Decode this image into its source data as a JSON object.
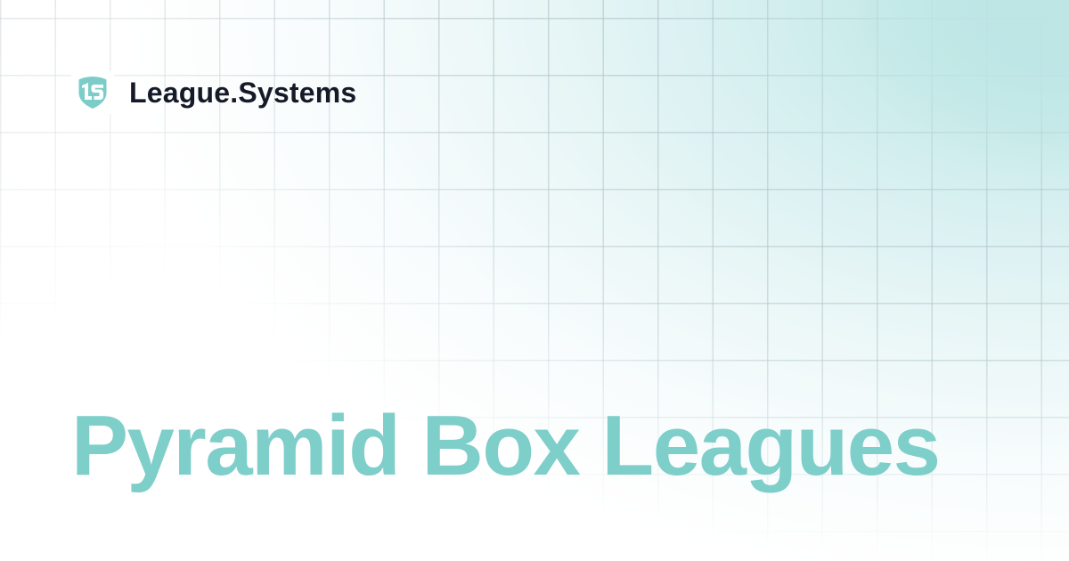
{
  "brand": {
    "logo_icon": "shield-ls-logo-icon",
    "name": "League.Systems"
  },
  "headline": {
    "text": "Pyramid Box Leagues"
  },
  "colors": {
    "accent_teal": "#7ECECA",
    "logo_teal": "#7CCDC9",
    "brand_text": "#151A28",
    "background_teal_corner": "#BEE6E5",
    "background_base": "#FFFFFF",
    "grid_line": "#AAC0C4"
  },
  "layout": {
    "grid_cell_width": 61.5,
    "grid_cell_height": 64
  }
}
